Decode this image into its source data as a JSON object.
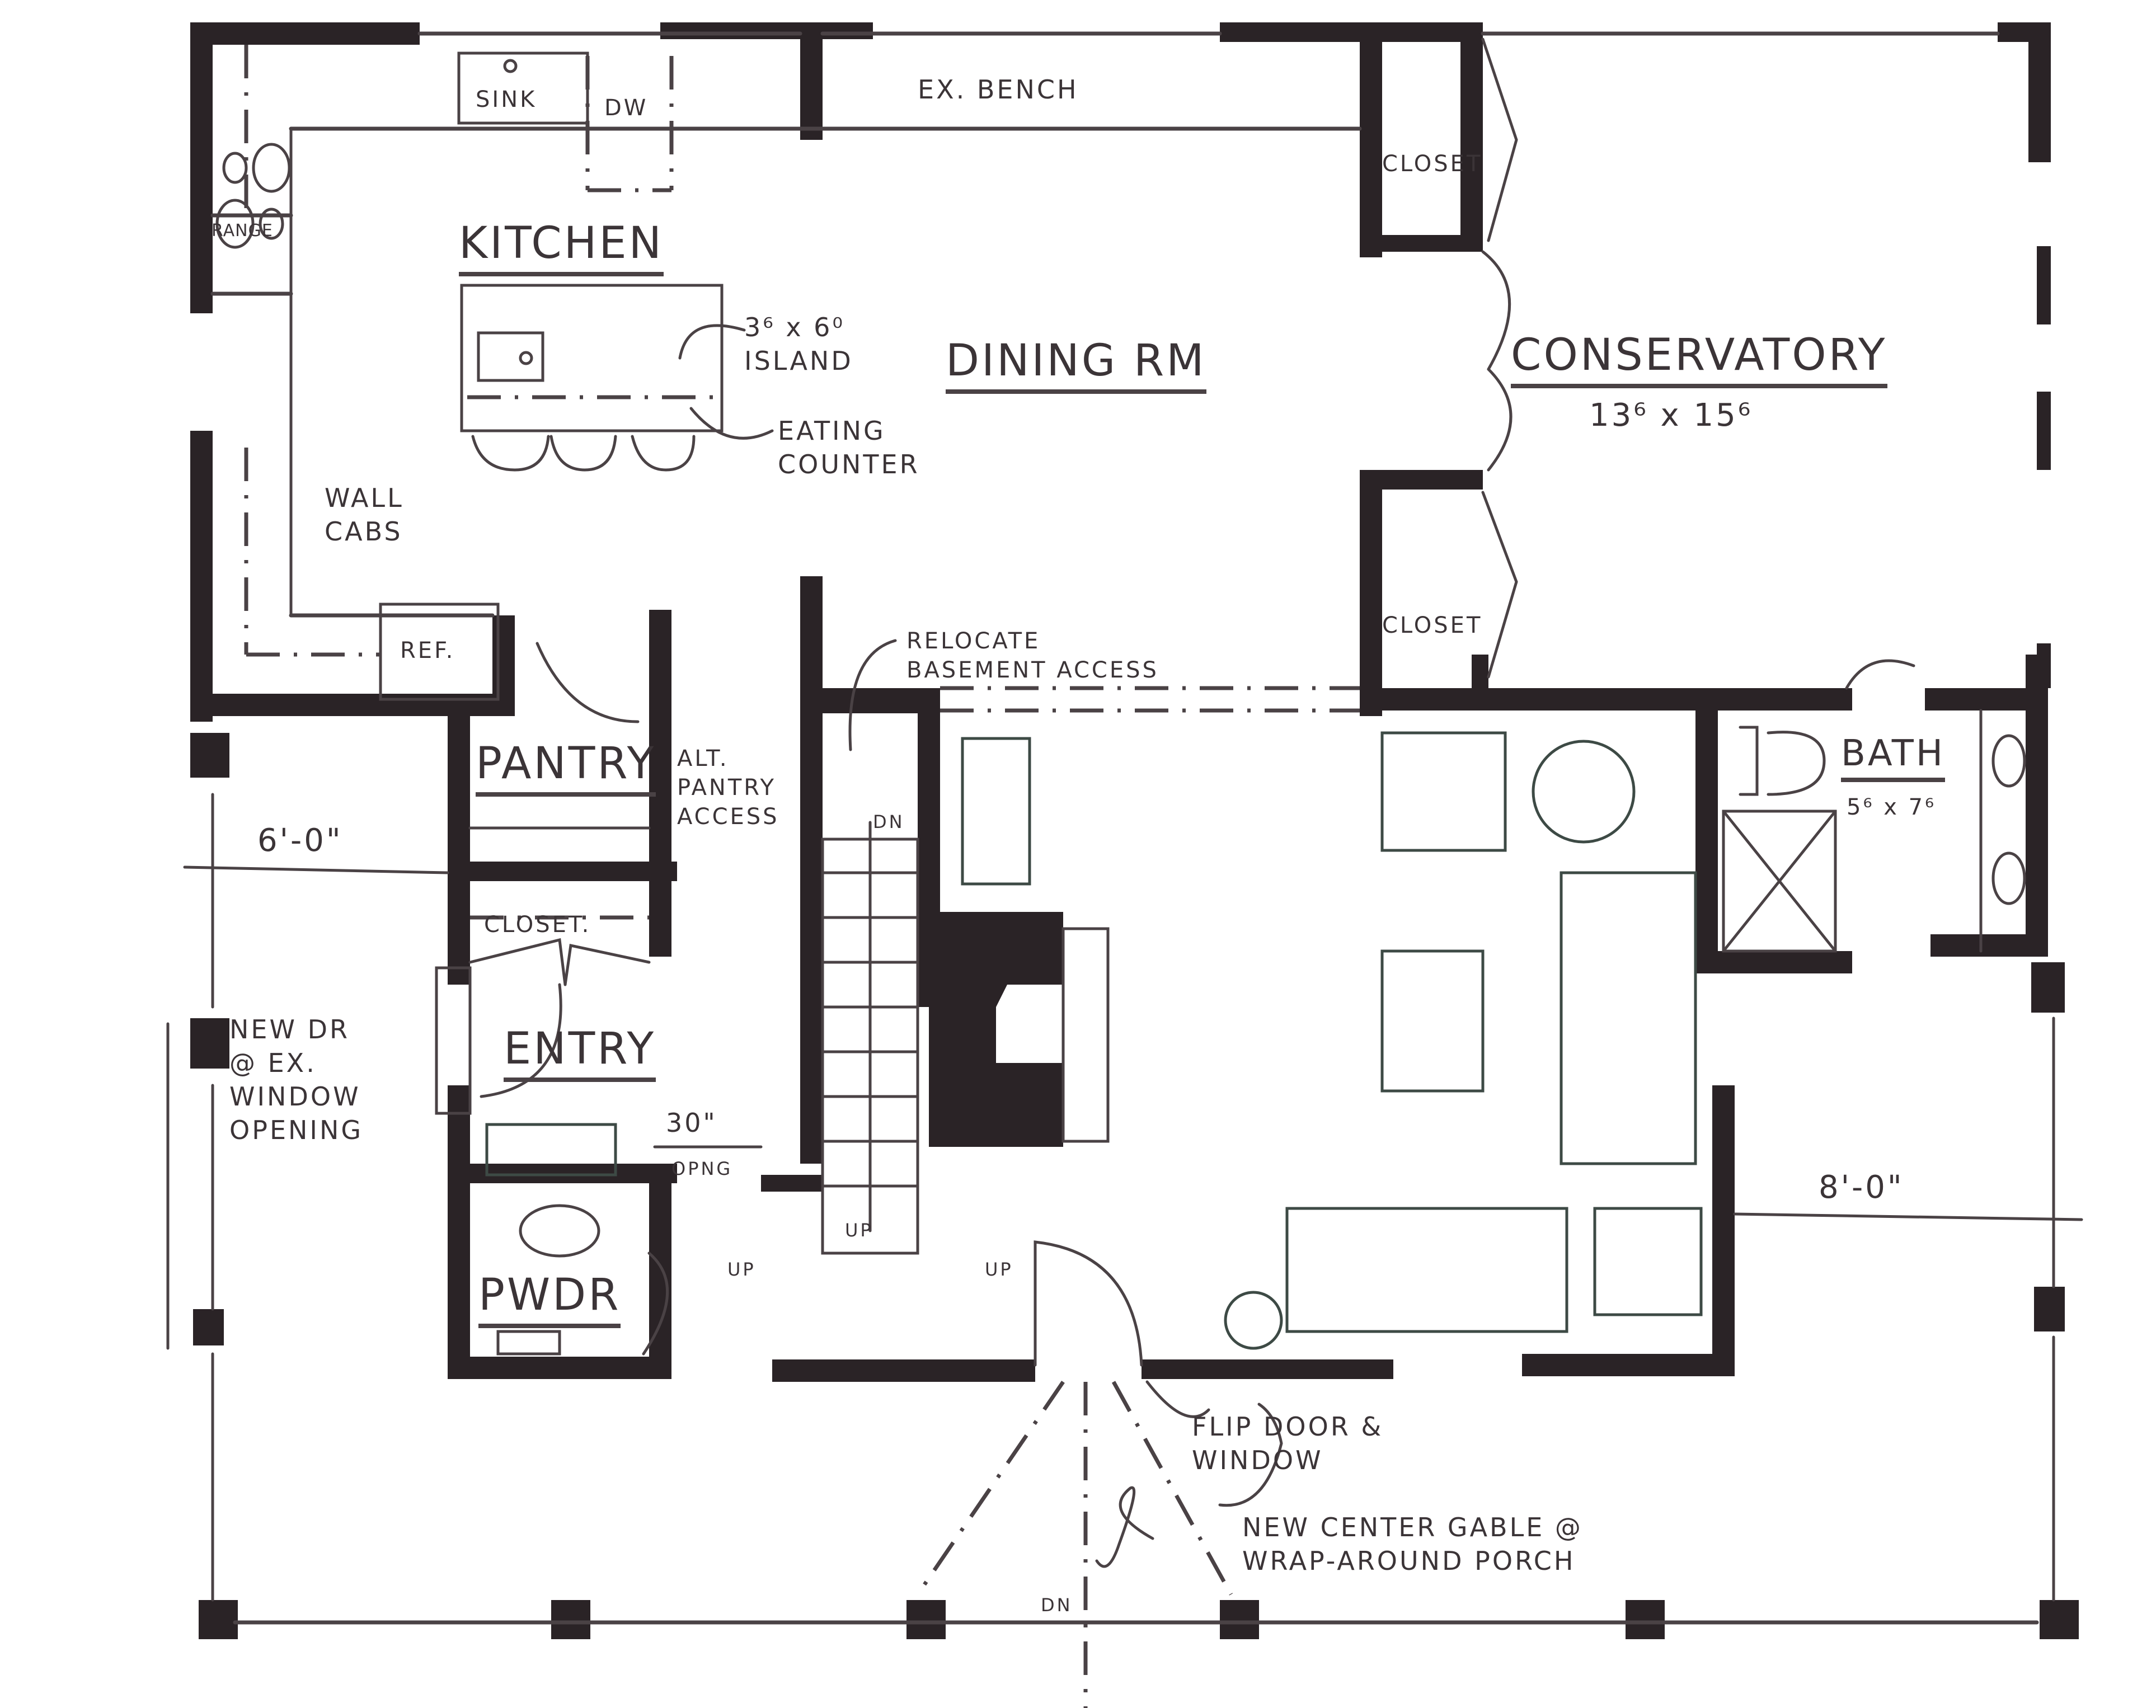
{
  "rooms": {
    "kitchen": {
      "name": "KITCHEN"
    },
    "dining": {
      "name": "DINING RM"
    },
    "conservatory": {
      "name": "CONSERVATORY",
      "size": "13⁶ x 15⁶"
    },
    "pantry": {
      "name": "PANTRY"
    },
    "entry": {
      "name": "ENTRY"
    },
    "powder": {
      "name": "PWDR"
    },
    "bath": {
      "name": "BATH",
      "size": "5⁶ x 7⁶"
    },
    "closet_top": {
      "name": "CLOSET"
    },
    "closet_mid": {
      "name": "CLOSET"
    },
    "closet_entry": {
      "name": "CLOSET."
    }
  },
  "fixtures": {
    "sink": "SINK",
    "dishwasher": "DW",
    "range": "RANGE",
    "refrigerator": "REF."
  },
  "notes": {
    "bench": "EX. BENCH",
    "island": "3⁶ x 6⁰\nISLAND",
    "eating_counter": "EATING\nCOUNTER",
    "wall_cabs": "WALL\nCABS",
    "basement": "RELOCATE\nBASEMENT ACCESS",
    "alt_pantry": "ALT.\nPANTRY\nACCESS",
    "new_door": "NEW DR\n@ EX.\nWINDOW\nOPENING",
    "opening": "30\"",
    "opening_sub": "OPNG",
    "flip": "FLIP DOOR &\nWINDOW",
    "gable": "NEW CENTER GABLE @\nWRAP-AROUND PORCH"
  },
  "dimensions": {
    "porch_left": "6'-0\"",
    "porch_right": "8'-0\""
  },
  "stairs": {
    "dn_top": "DN",
    "up_stair": "UP",
    "up_left": "UP",
    "up_right": "UP",
    "dn_porch": "DN"
  },
  "colors": {
    "ink": "#2a2326",
    "line": "#4a4245",
    "paper": "#ffffff"
  }
}
